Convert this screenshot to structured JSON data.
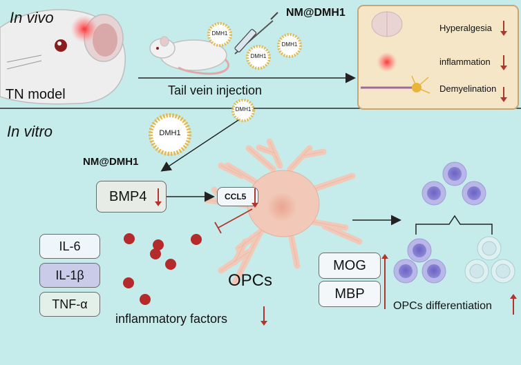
{
  "invivo": {
    "section_label": "In vivo",
    "model_label": "TN model",
    "nanoparticle_label": "NM@DMH1",
    "particle_text": "DMH1",
    "injection_label": "Tail vein injection",
    "outcomes": [
      "Hyperalgesia",
      "inflammation",
      "Demyelination"
    ]
  },
  "invitro": {
    "section_label": "In vitro",
    "nanoparticle_label": "NM@DMH1",
    "particle_text": "DMH1",
    "bmp4_label": "BMP4",
    "ccl5_label": "CCL5",
    "cytokines": [
      "IL-6",
      "IL-1β",
      "TNF-α"
    ],
    "inflammatory_label": "inflammatory factors",
    "cell_label": "OPCs",
    "markers": [
      "MOG",
      "MBP"
    ],
    "differentiation_label": "OPCs differentiation"
  },
  "colors": {
    "background": "#c5ecea",
    "outcome_panel": "#f5e6c8",
    "arrow_red": "#b3342c",
    "cytokine_il6": "#eef6fb",
    "cytokine_il1b": "#c9cbe8",
    "cytokine_tnfa": "#e3efe9",
    "blood_cell": "#b52a2a",
    "opc_cell": "#f2c9b8",
    "diff_cell_purple": "#8e89d6",
    "diff_cell_pale": "#cfe7ea"
  }
}
